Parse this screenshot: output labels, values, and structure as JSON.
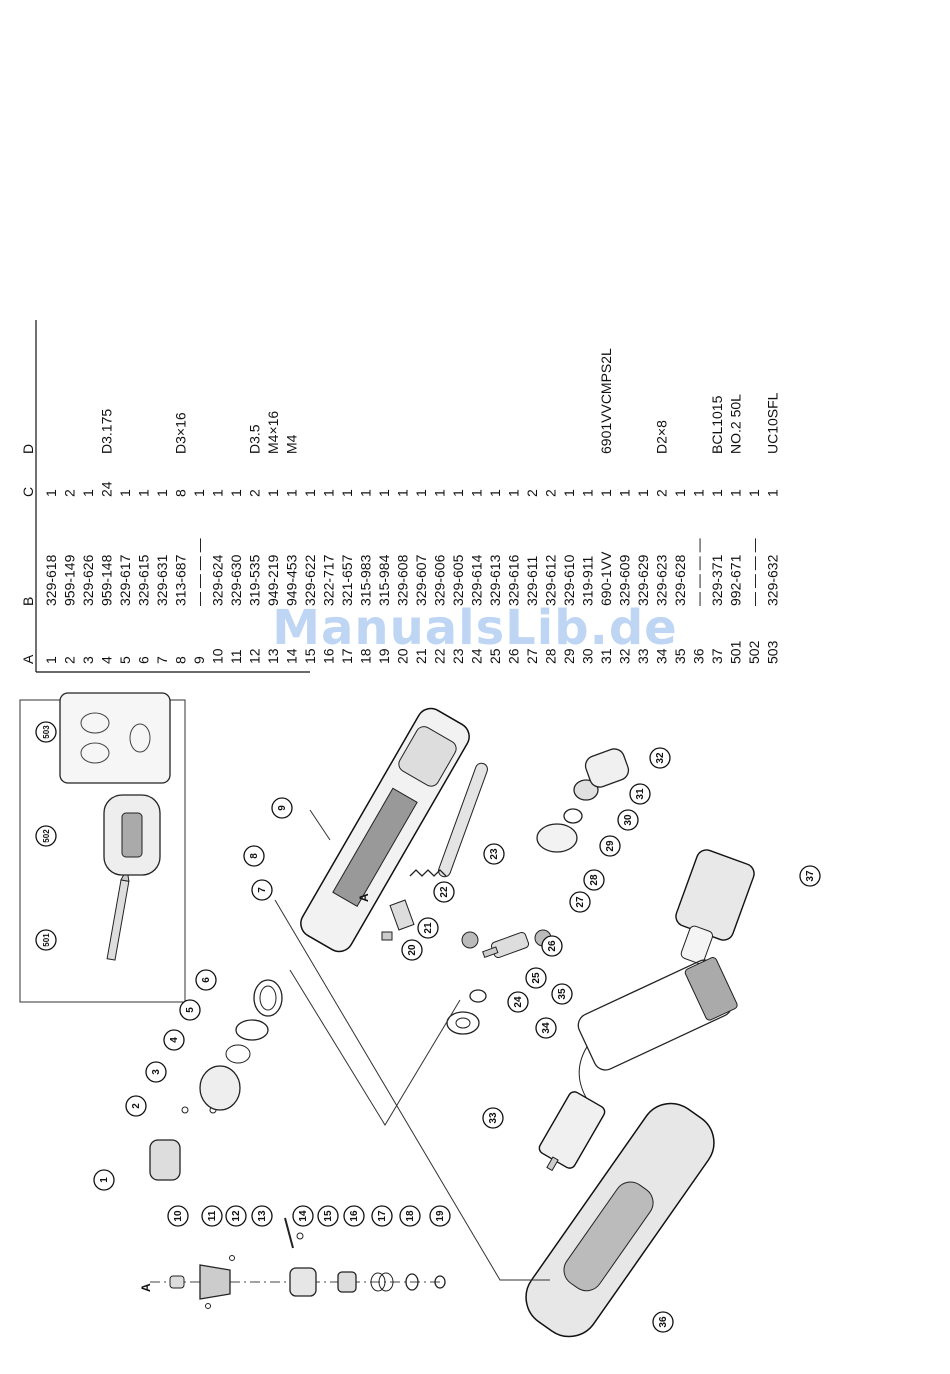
{
  "parts_table": {
    "headers": {
      "a": "A",
      "b": "B",
      "c": "C",
      "d": "D"
    },
    "rows": [
      {
        "a": "1",
        "b": "329-618",
        "c": "1",
        "d": ""
      },
      {
        "a": "2",
        "b": "959-149",
        "c": "2",
        "d": ""
      },
      {
        "a": "3",
        "b": "329-626",
        "c": "1",
        "d": ""
      },
      {
        "a": "4",
        "b": "959-148",
        "c": "24",
        "d": "D3.175"
      },
      {
        "a": "5",
        "b": "329-617",
        "c": "1",
        "d": ""
      },
      {
        "a": "6",
        "b": "329-615",
        "c": "1",
        "d": ""
      },
      {
        "a": "7",
        "b": "329-631",
        "c": "1",
        "d": ""
      },
      {
        "a": "8",
        "b": "313-687",
        "c": "8",
        "d": "D3×16"
      },
      {
        "a": "9",
        "b": "— — — —",
        "c": "1",
        "d": ""
      },
      {
        "a": "10",
        "b": "329-624",
        "c": "1",
        "d": ""
      },
      {
        "a": "11",
        "b": "329-630",
        "c": "1",
        "d": ""
      },
      {
        "a": "12",
        "b": "319-535",
        "c": "2",
        "d": "D3.5"
      },
      {
        "a": "13",
        "b": "949-219",
        "c": "1",
        "d": "M4×16"
      },
      {
        "a": "14",
        "b": "949-453",
        "c": "1",
        "d": "M4"
      },
      {
        "a": "15",
        "b": "329-622",
        "c": "1",
        "d": ""
      },
      {
        "a": "16",
        "b": "322-717",
        "c": "1",
        "d": ""
      },
      {
        "a": "17",
        "b": "321-657",
        "c": "1",
        "d": ""
      },
      {
        "a": "18",
        "b": "315-983",
        "c": "1",
        "d": ""
      },
      {
        "a": "19",
        "b": "315-984",
        "c": "1",
        "d": ""
      },
      {
        "a": "20",
        "b": "329-608",
        "c": "1",
        "d": ""
      },
      {
        "a": "21",
        "b": "329-607",
        "c": "1",
        "d": ""
      },
      {
        "a": "22",
        "b": "329-606",
        "c": "1",
        "d": ""
      },
      {
        "a": "23",
        "b": "329-605",
        "c": "1",
        "d": ""
      },
      {
        "a": "24",
        "b": "329-614",
        "c": "1",
        "d": ""
      },
      {
        "a": "25",
        "b": "329-613",
        "c": "1",
        "d": ""
      },
      {
        "a": "26",
        "b": "329-616",
        "c": "1",
        "d": ""
      },
      {
        "a": "27",
        "b": "329-611",
        "c": "2",
        "d": ""
      },
      {
        "a": "28",
        "b": "329-612",
        "c": "2",
        "d": ""
      },
      {
        "a": "29",
        "b": "329-610",
        "c": "1",
        "d": ""
      },
      {
        "a": "30",
        "b": "319-911",
        "c": "1",
        "d": ""
      },
      {
        "a": "31",
        "b": "690-1VV",
        "c": "1",
        "d": "6901VVCMPS2L"
      },
      {
        "a": "32",
        "b": "329-609",
        "c": "1",
        "d": ""
      },
      {
        "a": "33",
        "b": "329-629",
        "c": "1",
        "d": ""
      },
      {
        "a": "34",
        "b": "329-623",
        "c": "2",
        "d": "D2×8"
      },
      {
        "a": "35",
        "b": "329-628",
        "c": "1",
        "d": ""
      },
      {
        "a": "36",
        "b": "— — — —",
        "c": "1",
        "d": ""
      },
      {
        "a": "37",
        "b": "329-371",
        "c": "1",
        "d": "BCL1015"
      },
      {
        "a": "501",
        "b": "992-671",
        "c": "1",
        "d": "NO.2  50L"
      },
      {
        "a": "502",
        "b": "— — — —",
        "c": "1",
        "d": ""
      },
      {
        "a": "503",
        "b": "329-632",
        "c": "1",
        "d": "UC10SFL"
      }
    ]
  },
  "diagram": {
    "callouts": [
      "1",
      "2",
      "3",
      "4",
      "5",
      "6",
      "7",
      "8",
      "9",
      "10",
      "11",
      "12",
      "13",
      "14",
      "15",
      "16",
      "17",
      "18",
      "19",
      "20",
      "21",
      "22",
      "23",
      "24",
      "25",
      "26",
      "27",
      "28",
      "29",
      "30",
      "31",
      "32",
      "33",
      "34",
      "35",
      "36",
      "37",
      "501",
      "502",
      "503"
    ],
    "marker_label": "A"
  },
  "watermark": "ManualsLib.de"
}
